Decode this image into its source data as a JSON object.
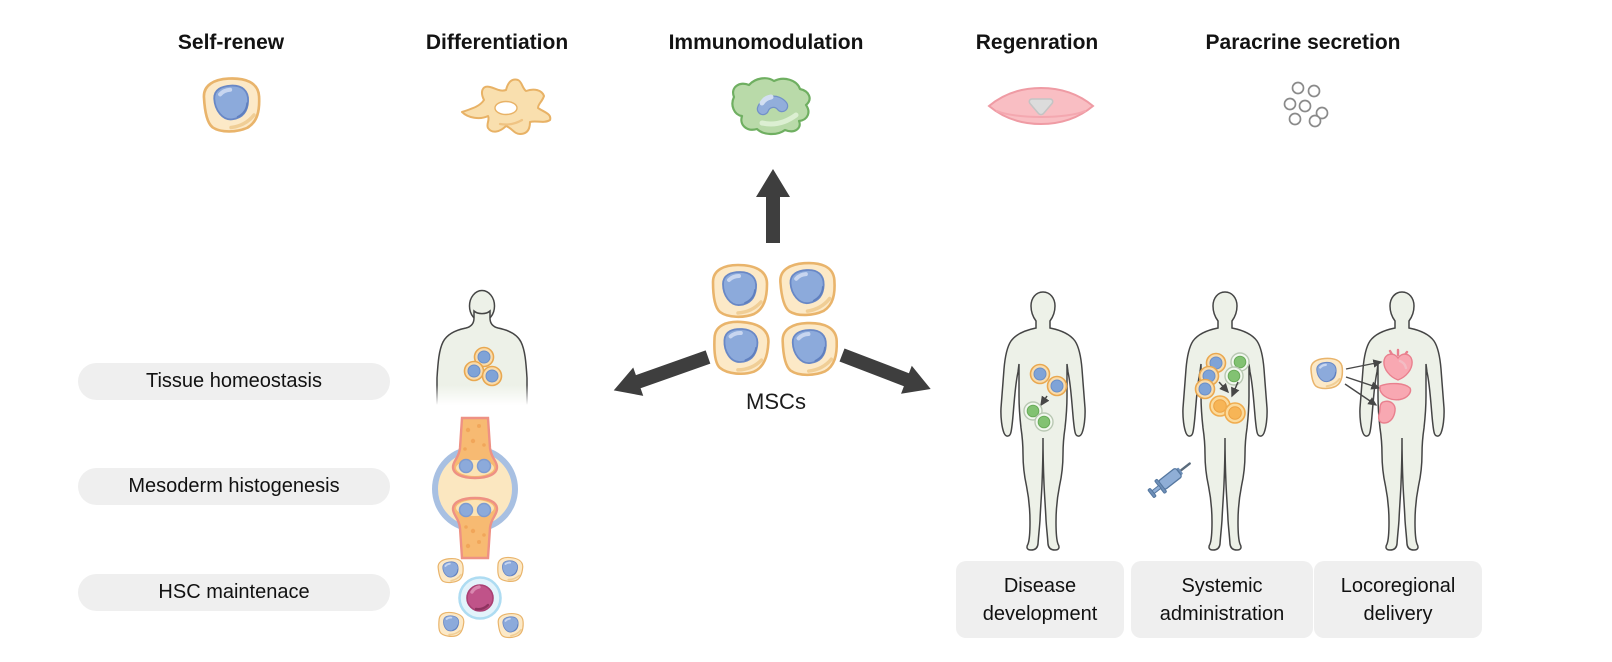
{
  "properties": [
    {
      "label": "Self-renew",
      "icon": "msc-cell-icon"
    },
    {
      "label": "Differentiation",
      "icon": "differentiated-cell-icon"
    },
    {
      "label": "Immunomodulation",
      "icon": "immune-cell-icon"
    },
    {
      "label": "Regenration",
      "icon": "muscle-cell-icon"
    },
    {
      "label": "Paracrine secretion",
      "icon": "secreted-vesicles-icon"
    }
  ],
  "center": {
    "label": "MSCs",
    "cell_count": 4
  },
  "functions": [
    {
      "label": "Tissue homeostasis",
      "icon": "body-with-cells-icon"
    },
    {
      "label": "Mesoderm histogenesis",
      "icon": "bone-joint-icon"
    },
    {
      "label": "HSC maintenace",
      "icon": "hsc-niche-icon"
    }
  ],
  "applications": [
    {
      "line1": "Disease",
      "line2": "development",
      "icon": "body-disease-icon"
    },
    {
      "line1": "Systemic",
      "line2": "administration",
      "icon": "body-syringe-icon"
    },
    {
      "line1": "Locoregional",
      "line2": "delivery",
      "icon": "body-organs-icon"
    }
  ],
  "colors": {
    "background": "#FFFFFF",
    "label_pill_bg": "#EFEFEF",
    "text": "#141414",
    "arrow": "#3E3E3E",
    "msc_body": "#FCE9C7",
    "msc_outline": "#E9B46B",
    "msc_nucleus": "#8CAADB",
    "immune_green": "#B9DAA9",
    "muscle_pink": "#F9BEC3",
    "hsc_magenta": "#C05389",
    "silhouette_fill": "#EDF1E8",
    "organ_pink": "#F8A8B2",
    "syringe_blue": "#8FAED6",
    "injected_green": "#82C272",
    "injected_orange": "#F7B556"
  }
}
